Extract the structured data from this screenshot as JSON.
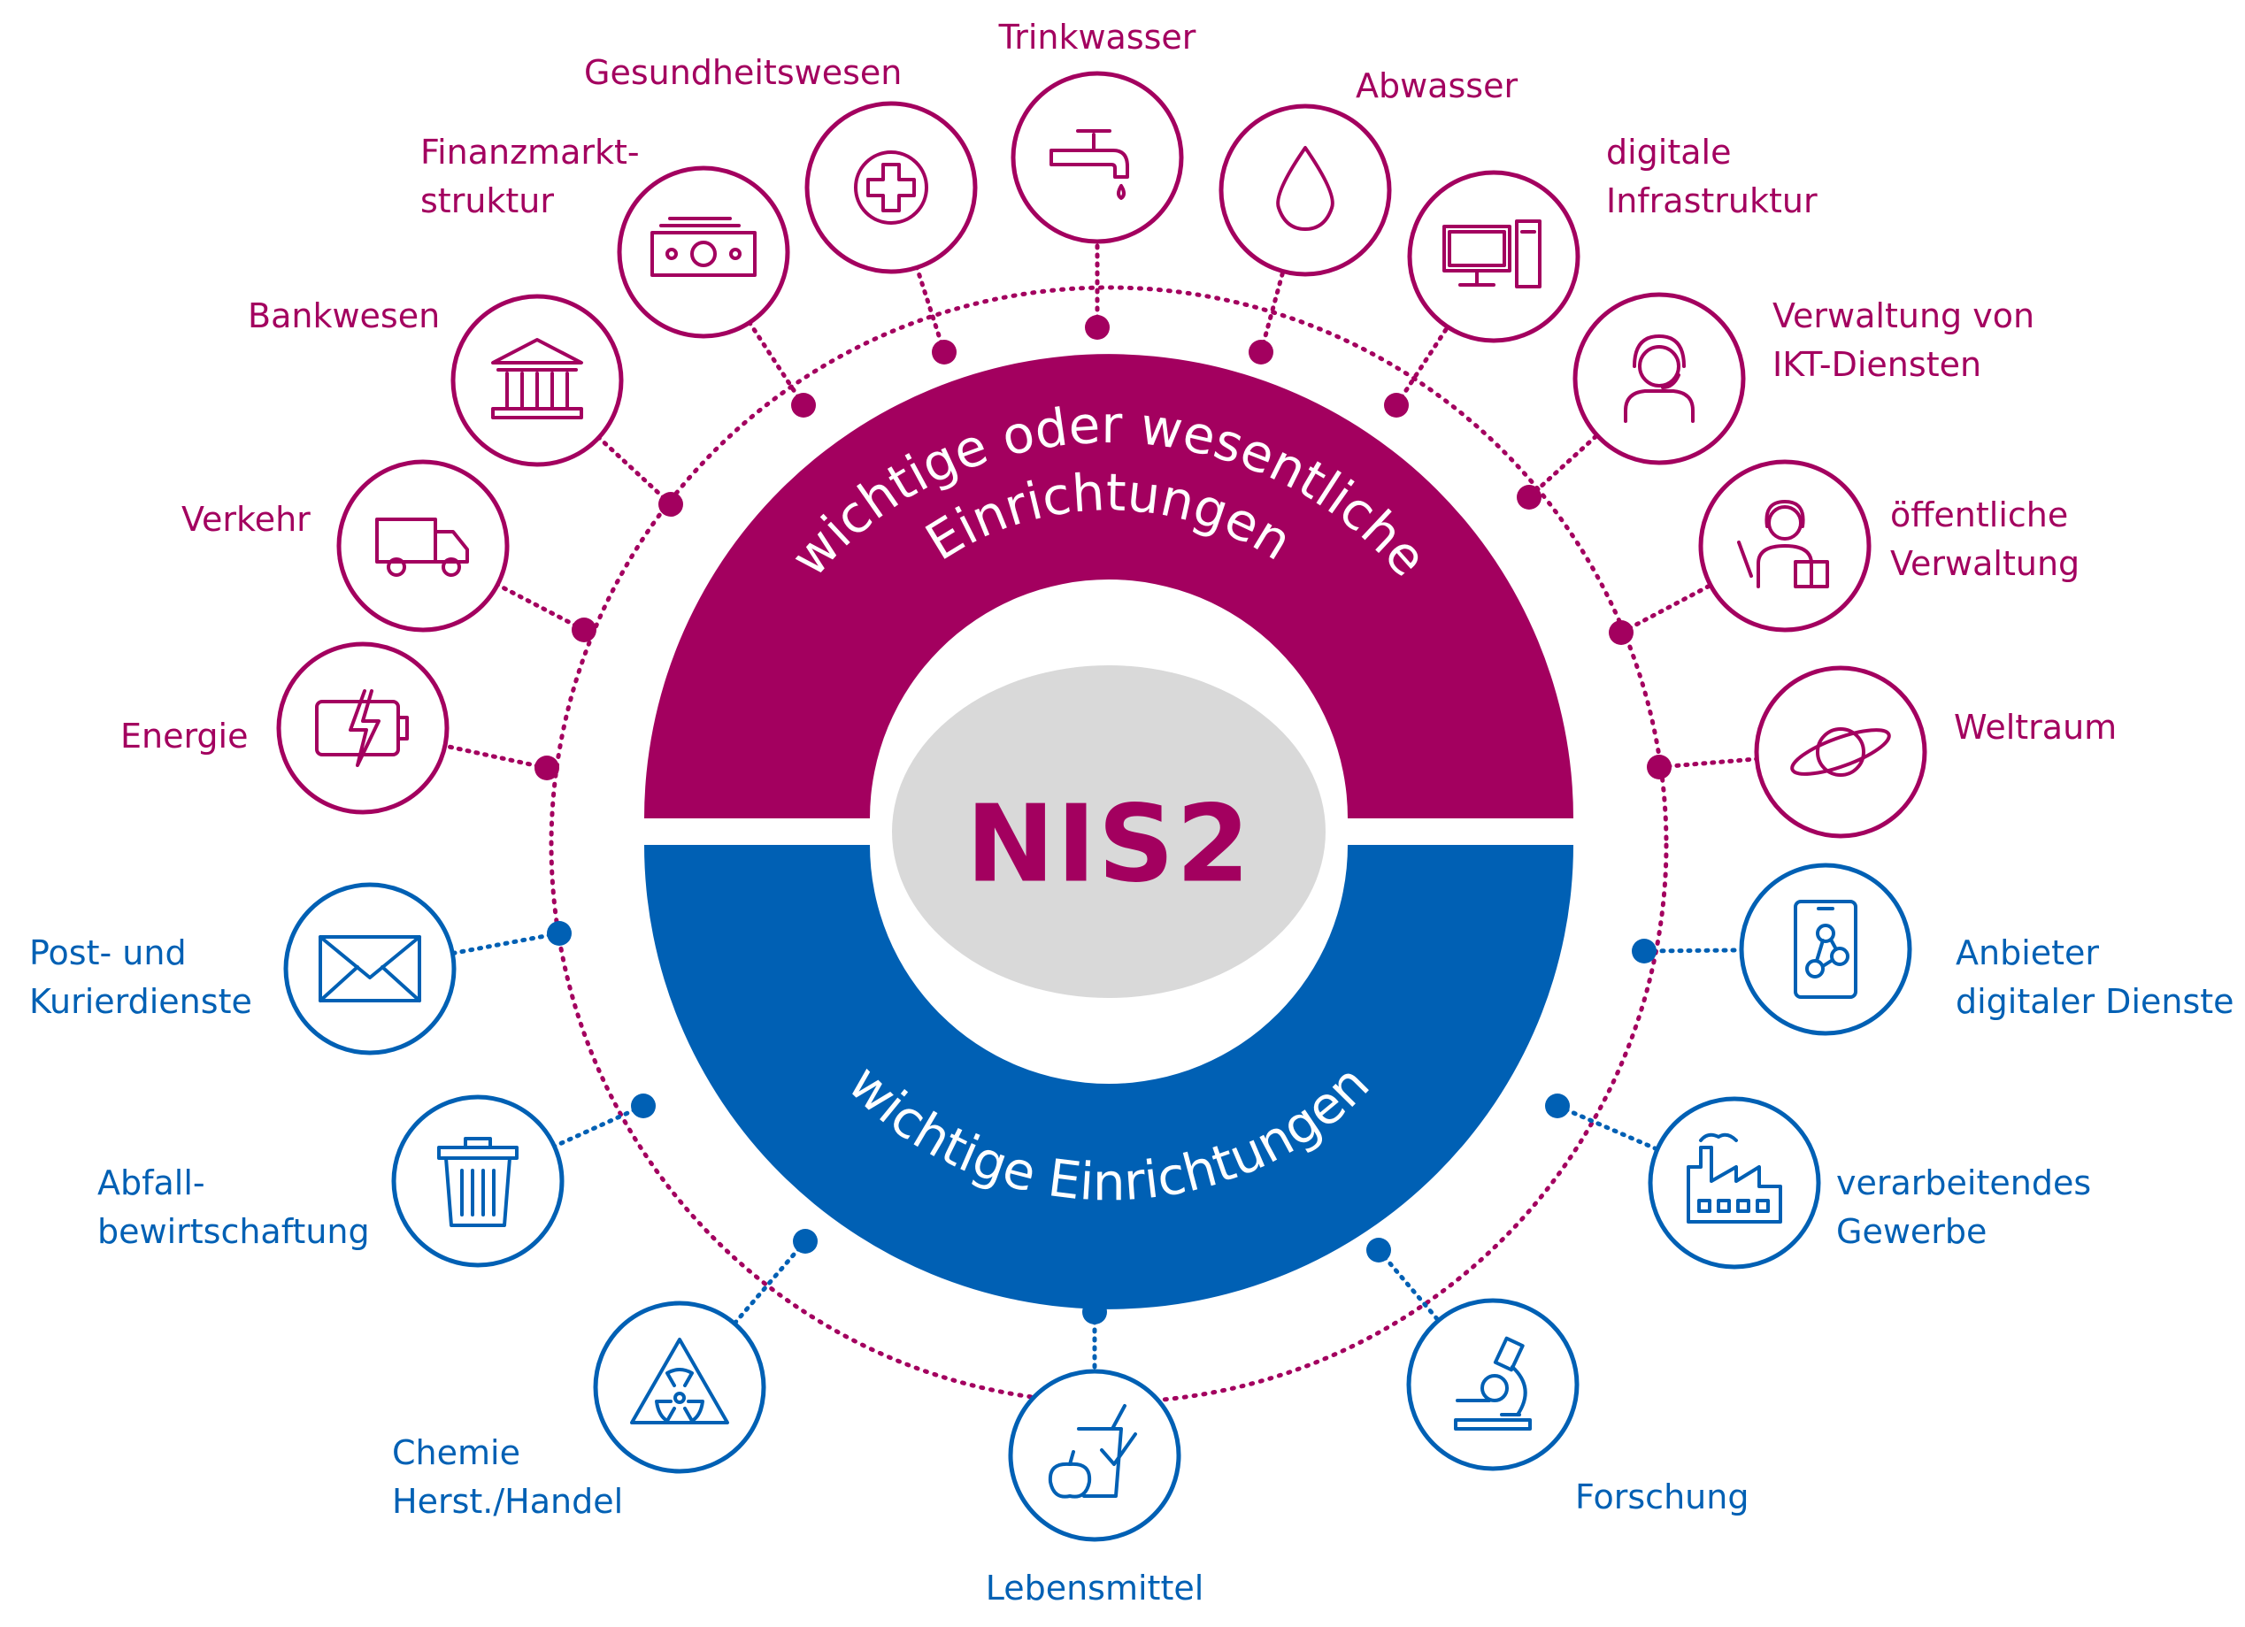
{
  "diagram": {
    "center": {
      "title": "NIS2"
    },
    "upper_band": {
      "line1": "wichtige oder wesentliche",
      "line2": "Einrichtungen"
    },
    "lower_band": {
      "text": "wichtige Einrichtungen"
    },
    "colors": {
      "magenta": "#a3005f",
      "blue": "#0060b4",
      "center_fill": "#d9d9d9",
      "background": "#ffffff"
    },
    "sectors": [
      {
        "id": "energie",
        "group": "magenta",
        "icon": "battery-icon",
        "lines": [
          "Energie"
        ]
      },
      {
        "id": "verkehr",
        "group": "magenta",
        "icon": "truck-icon",
        "lines": [
          "Verkehr"
        ]
      },
      {
        "id": "bankwesen",
        "group": "magenta",
        "icon": "bank-icon",
        "lines": [
          "Bankwesen"
        ]
      },
      {
        "id": "finanzmarkt",
        "group": "magenta",
        "icon": "banknotes-icon",
        "lines": [
          "Finanzmarkt-",
          "struktur"
        ]
      },
      {
        "id": "gesundheit",
        "group": "magenta",
        "icon": "medical-cross-icon",
        "lines": [
          "Gesundheitswesen"
        ]
      },
      {
        "id": "trinkwasser",
        "group": "magenta",
        "icon": "water-tap-icon",
        "lines": [
          "Trinkwasser"
        ]
      },
      {
        "id": "abwasser",
        "group": "magenta",
        "icon": "water-drop-icon",
        "lines": [
          "Abwasser"
        ]
      },
      {
        "id": "digitale-infra",
        "group": "magenta",
        "icon": "computer-icon",
        "lines": [
          "digitale",
          "Infrastruktur"
        ]
      },
      {
        "id": "ikt",
        "group": "magenta",
        "icon": "headset-person-icon",
        "lines": [
          "Verwaltung von",
          "IKT-Diensten"
        ]
      },
      {
        "id": "verwaltung",
        "group": "magenta",
        "icon": "teacher-icon",
        "lines": [
          "öffentliche",
          "Verwaltung"
        ]
      },
      {
        "id": "weltraum",
        "group": "magenta",
        "icon": "planet-icon",
        "lines": [
          "Weltraum"
        ]
      },
      {
        "id": "anbieter",
        "group": "blue",
        "icon": "smartphone-network-icon",
        "lines": [
          "Anbieter",
          "digitaler Dienste"
        ]
      },
      {
        "id": "gewerbe",
        "group": "blue",
        "icon": "factory-icon",
        "lines": [
          "verarbeitendes",
          "Gewerbe"
        ]
      },
      {
        "id": "forschung",
        "group": "blue",
        "icon": "microscope-icon",
        "lines": [
          "Forschung"
        ]
      },
      {
        "id": "lebensmittel",
        "group": "blue",
        "icon": "food-icon",
        "lines": [
          "Lebensmittel"
        ]
      },
      {
        "id": "chemie",
        "group": "blue",
        "icon": "radiation-hazard-icon",
        "lines": [
          "Chemie",
          "Herst./Handel"
        ]
      },
      {
        "id": "abfall",
        "group": "blue",
        "icon": "trash-bin-icon",
        "lines": [
          "Abfall-",
          "bewirtschaftung"
        ]
      },
      {
        "id": "post",
        "group": "blue",
        "icon": "envelope-icon",
        "lines": [
          "Post- und",
          "Kurierdienste"
        ]
      }
    ]
  }
}
